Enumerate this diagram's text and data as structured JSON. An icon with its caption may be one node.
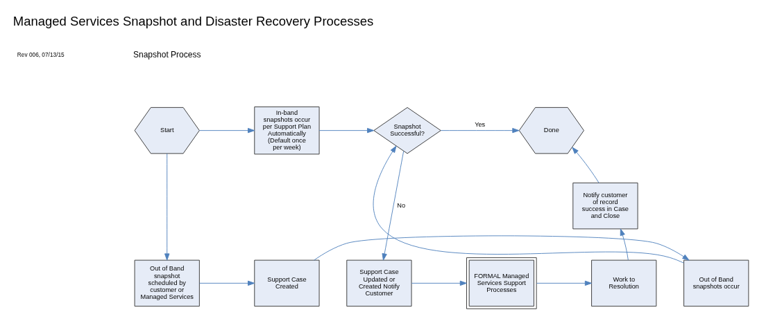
{
  "diagram": {
    "title": "Managed Services Snapshot and Disaster Recovery Processes",
    "nodes": [
      {
        "text": [
          "Start"
        ]
      },
      {
        "text": [
          "In-band snapshots occur per Support Plan Automatically (Default once per week)"
        ]
      },
      {
        "text": [
          "Snapshot Successful?"
        ]
      },
      {
        "text": [
          "Done"
        ]
      },
      {
        "text": [
          "Out of Band snapshot scheduled by customer or Managed Services"
        ]
      },
      {
        "text": [
          "Support Case Created"
        ]
      },
      {
        "text": [
          "Out of Band snapshots occur"
        ]
      },
      {
        "text": [
          "Support Case Updated or Created Notify Customer"
        ]
      },
      {
        "text": [
          "FORMAL Managed Services Support Processes"
        ]
      },
      {
        "text": [
          "Work to Resolution"
        ]
      },
      {
        "text": [
          "Notify customer of record success in Case and Close"
        ]
      }
    ],
    "edges": [
      {
        "from": 0,
        "to": 1,
        "arrow": "to"
      },
      {
        "from": 1,
        "to": 2,
        "arrow": "to"
      },
      {
        "from": 2,
        "to": 3,
        "arrow": "to",
        "label": "Yes"
      },
      {
        "from": 0,
        "to": 4,
        "arrow": "to"
      },
      {
        "from": 4,
        "to": 5,
        "arrow": "to"
      },
      {
        "from": 5,
        "to": 6,
        "arrow": "to"
      },
      {
        "from": 6,
        "to": 2,
        "arrow": "to"
      },
      {
        "from": 2,
        "to": 7,
        "arrow": "to",
        "label": "No"
      },
      {
        "from": 7,
        "to": 8,
        "arrow": "to"
      },
      {
        "from": 8,
        "to": 9,
        "arrow": "to"
      },
      {
        "from": 9,
        "to": 10,
        "arrow": "to"
      },
      {
        "from": 10,
        "to": 3,
        "arrow": "to"
      }
    ],
    "labels": [
      "Rev 006, 07/13/15",
      "Snapshot Process"
    ]
  }
}
